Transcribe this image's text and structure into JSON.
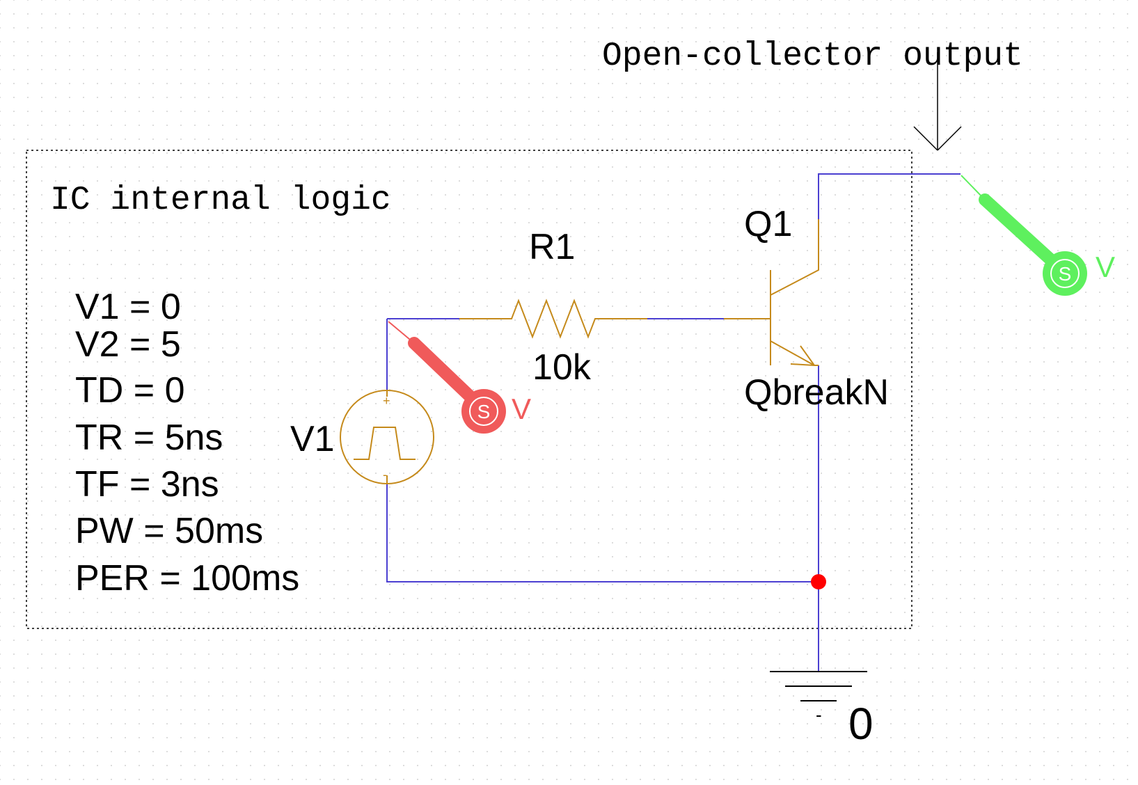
{
  "annotations": {
    "output_note": "Open-collector output",
    "region_label": "IC internal logic"
  },
  "components": {
    "resistor": {
      "ref": "R1",
      "value": "10k"
    },
    "transistor": {
      "ref": "Q1",
      "model": "QbreakN"
    },
    "source": {
      "ref": "V1",
      "plus": "+",
      "minus": "-",
      "params": [
        "V1 = 0",
        "V2 = 5",
        "TD = 0",
        "TR = 5ns",
        "TF = 3ns",
        "PW = 50ms",
        "PER = 100ms"
      ]
    },
    "ground": {
      "label": "0",
      "minus": "-"
    }
  },
  "probes": [
    {
      "letter": "S",
      "unit": "V",
      "color": "#f05a5a"
    },
    {
      "letter": "S",
      "unit": "V",
      "color": "#5ef05e"
    }
  ],
  "colors": {
    "wire": "#4b3fd1",
    "part": "#c58a1b",
    "junction": "#ff0000",
    "border": "#000000"
  }
}
